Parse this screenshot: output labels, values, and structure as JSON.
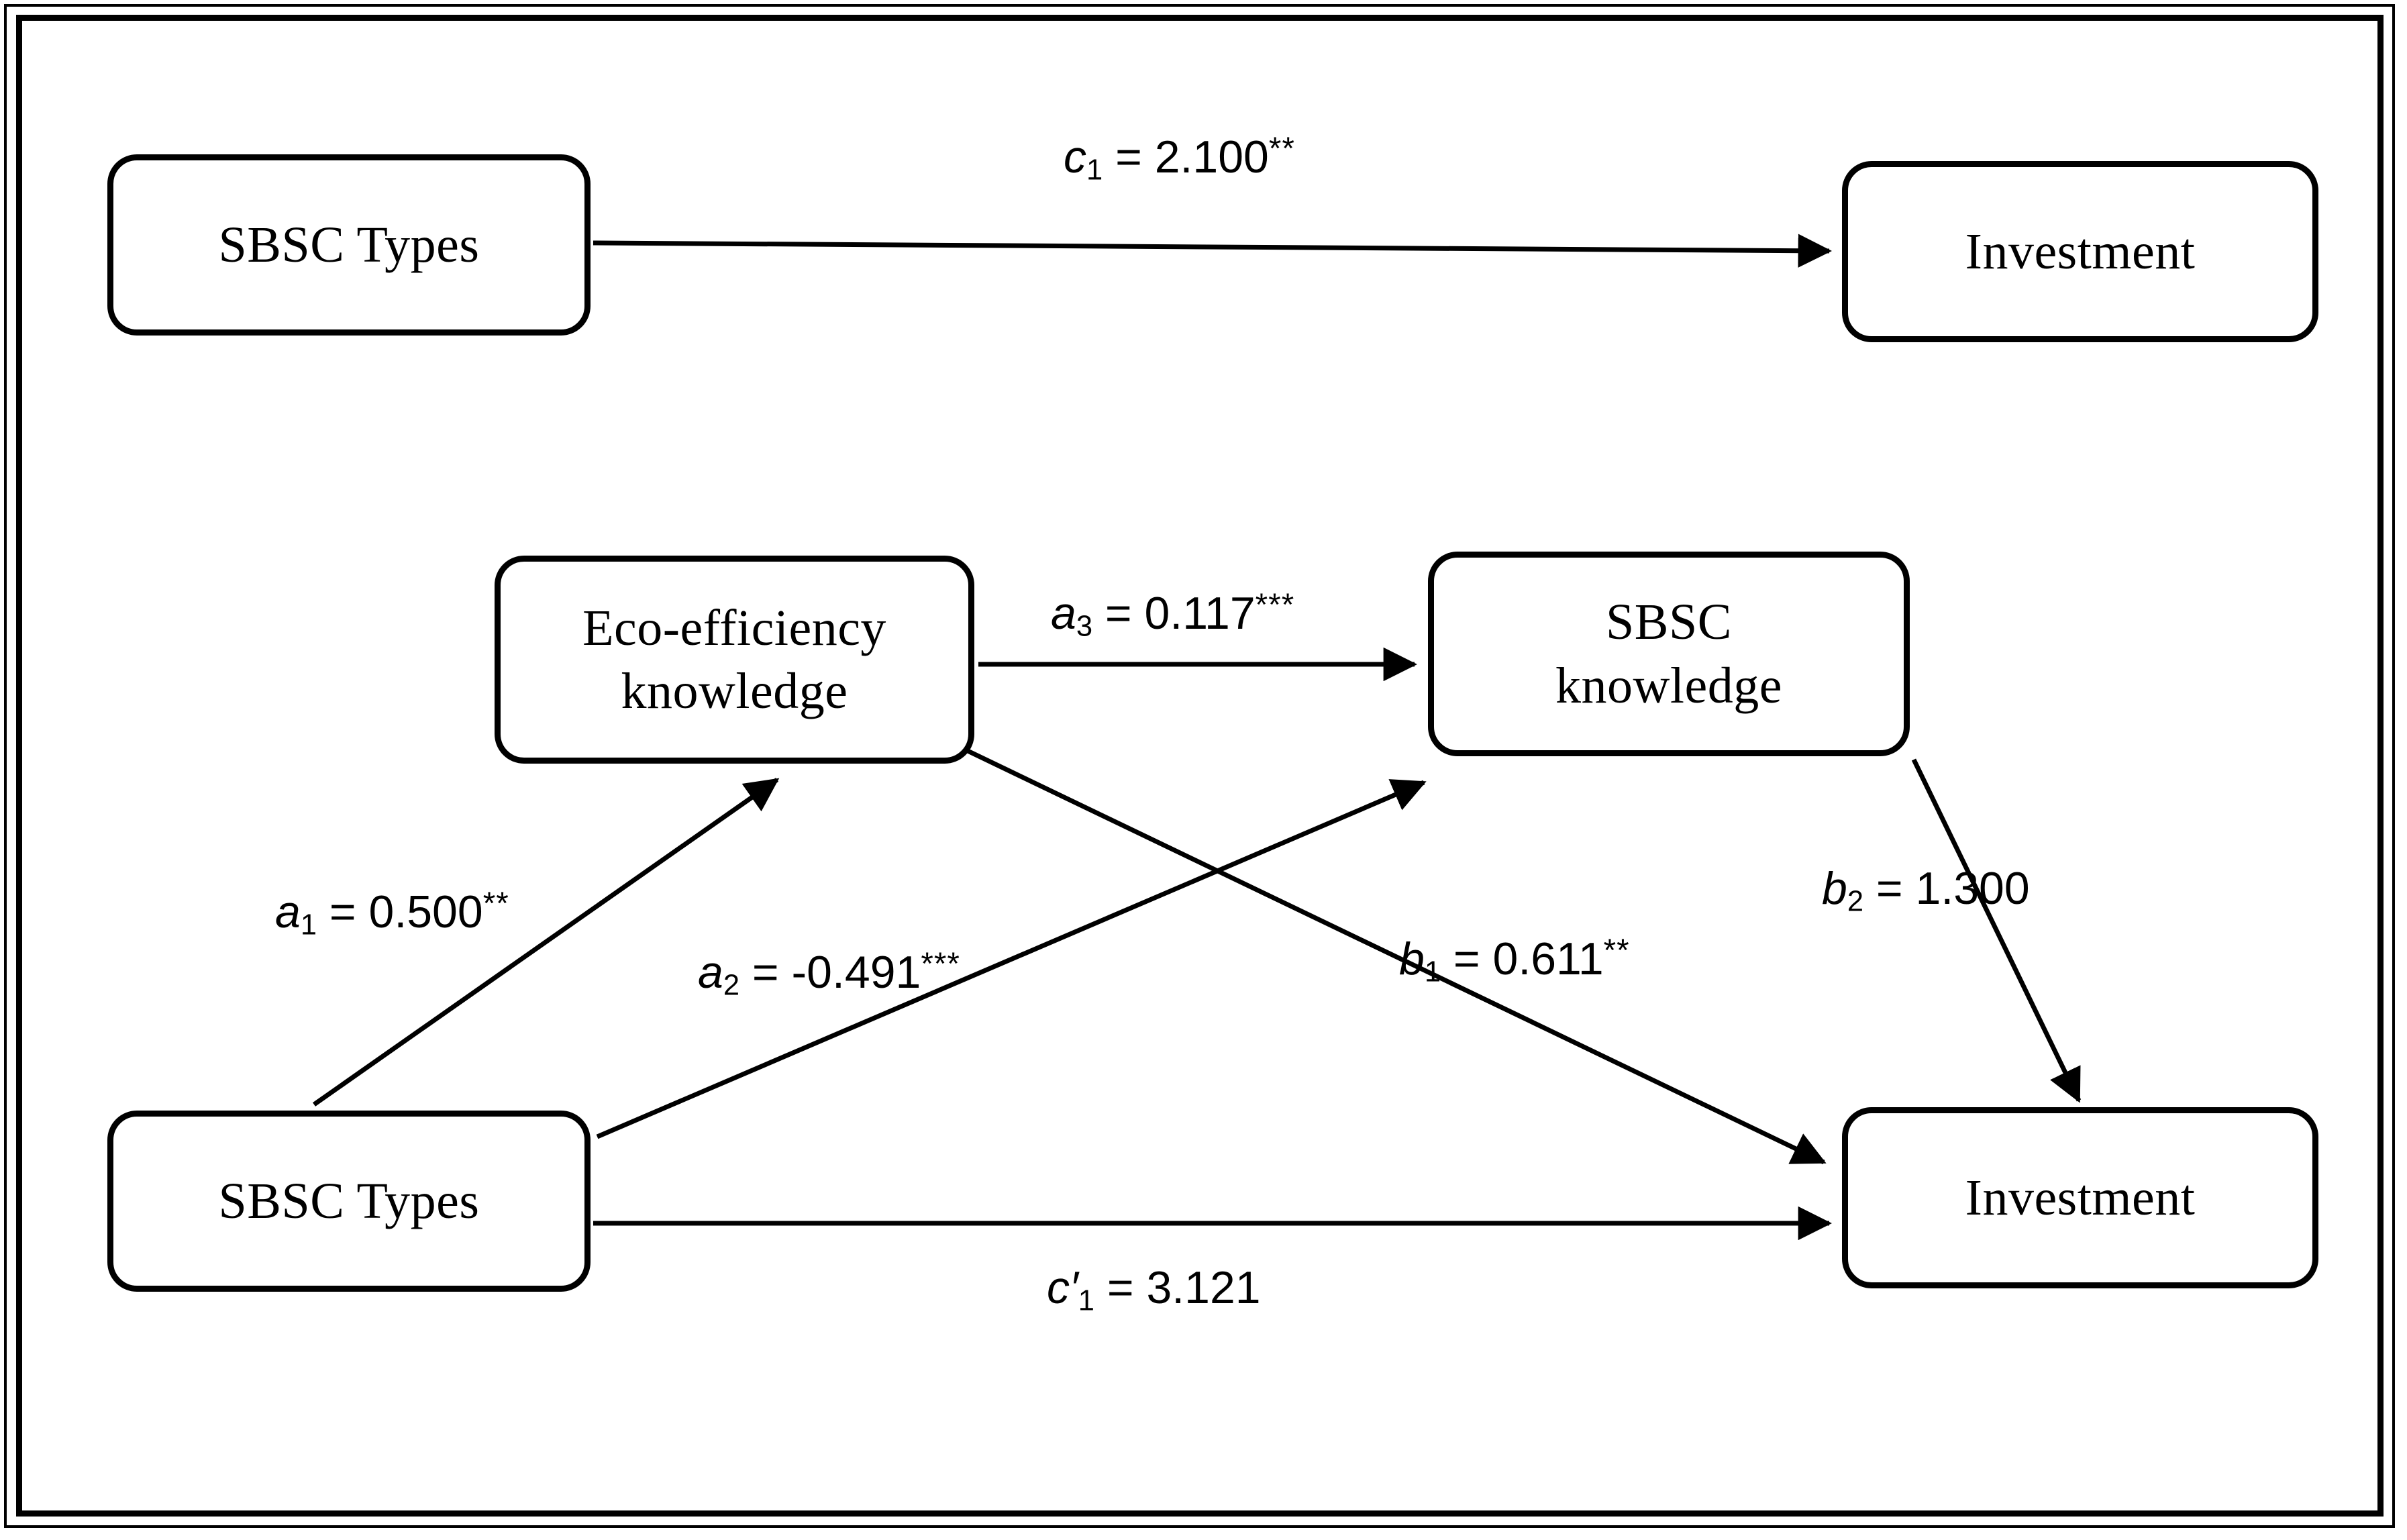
{
  "figure": {
    "type": "mediation-path-diagram",
    "title": ""
  },
  "nodes": [
    {
      "id": "sbsc-types-top",
      "label": "SBSC Types"
    },
    {
      "id": "investment-top",
      "label": "Investment"
    },
    {
      "id": "eco-knowledge",
      "label": "Eco-efficiency\nknowledge"
    },
    {
      "id": "sbsc-knowledge",
      "label": "SBSC\nknowledge"
    },
    {
      "id": "sbsc-types-bot",
      "label": "SBSC Types"
    },
    {
      "id": "investment-bot",
      "label": "Investment"
    }
  ],
  "edges": [
    {
      "id": "c1",
      "from": "sbsc-types-top",
      "to": "investment-top",
      "coefficient": "c",
      "subscript": "1",
      "prime": "",
      "equals": " = ",
      "value": "2.100",
      "stars": "**",
      "full_text": "c1 = 2.100**"
    },
    {
      "id": "a3",
      "from": "eco-knowledge",
      "to": "sbsc-knowledge",
      "coefficient": "a",
      "subscript": "3",
      "prime": "",
      "equals": " = ",
      "value": "0.117",
      "stars": "***",
      "full_text": "a3 = 0.117***"
    },
    {
      "id": "a1",
      "from": "sbsc-types-bot",
      "to": "eco-knowledge",
      "coefficient": "a",
      "subscript": "1",
      "prime": "",
      "equals": " = ",
      "value": "0.500",
      "stars": "**",
      "full_text": "a1 = 0.500**"
    },
    {
      "id": "a2",
      "from": "sbsc-types-bot",
      "to": "sbsc-knowledge",
      "coefficient": "a",
      "subscript": "2",
      "prime": "",
      "equals": " = ",
      "value": "-0.491",
      "stars": "***",
      "full_text": "a2 = -0.491 ***"
    },
    {
      "id": "b1",
      "from": "eco-knowledge",
      "to": "investment-bot",
      "coefficient": "b",
      "subscript": "1",
      "prime": "",
      "equals": " = ",
      "value": "0.611",
      "stars": "**",
      "full_text": "b1 = 0.611**"
    },
    {
      "id": "b2",
      "from": "sbsc-knowledge",
      "to": "investment-bot",
      "coefficient": "b",
      "subscript": "2",
      "prime": "",
      "equals": " = ",
      "value": "1.300",
      "stars": "",
      "full_text": "b2 = 1.300"
    },
    {
      "id": "cp1",
      "from": "sbsc-types-bot",
      "to": "investment-bot",
      "coefficient": "c",
      "subscript": "1",
      "prime": "′",
      "equals": " = ",
      "value": "3.121",
      "stars": "",
      "full_text": "c′1 = 3.121"
    }
  ],
  "colors": {
    "stroke": "#000000",
    "background": "#ffffff",
    "text": "#000000"
  }
}
